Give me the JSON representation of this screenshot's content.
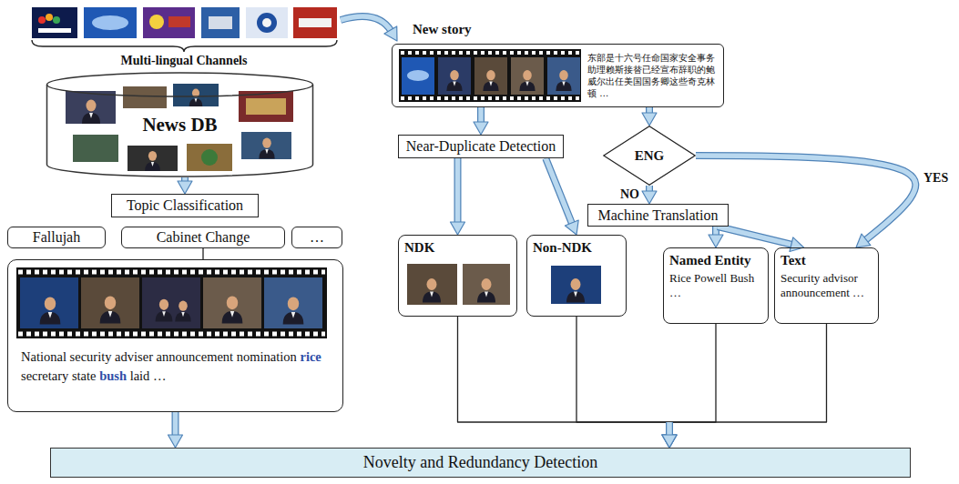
{
  "diagram": {
    "nodes": [
      {
        "text": [
          "News DB"
        ]
      },
      {
        "text": [
          "Topic Classification"
        ]
      },
      {
        "text": [
          "Fallujah"
        ]
      },
      {
        "text": [
          "Cabinet Change"
        ]
      },
      {
        "text": [
          "…"
        ]
      },
      {
        "text": [
          "National security adviser announcement nomination rice secretary state bush laid …"
        ]
      },
      {
        "text": [
          "New story",
          "东部是十六号任命国家安全事务助理赖斯接替已经宣布辞职的鲍威尔出任美国国务卿这些奇克林顿 …"
        ]
      },
      {
        "text": [
          "Near-Duplicate Detection"
        ]
      },
      {
        "text": [
          "ENG"
        ]
      },
      {
        "text": [
          "NDK"
        ]
      },
      {
        "text": [
          "Non-NDK"
        ]
      },
      {
        "text": [
          "Machine Translation"
        ]
      },
      {
        "text": [
          "Named Entity",
          "Rice Powell Bush",
          "…"
        ]
      },
      {
        "text": [
          "Text",
          "Security advisor announcement …"
        ]
      },
      {
        "text": [
          "Novelty and Redundancy Detection"
        ]
      }
    ],
    "edges": [
      {
        "from": 0,
        "to": 1,
        "arrow": "to"
      },
      {
        "from": 3,
        "to": 5,
        "arrow": "none"
      },
      {
        "from": 6,
        "to": 7,
        "arrow": "to"
      },
      {
        "from": 6,
        "to": 8,
        "arrow": "to"
      },
      {
        "from": 7,
        "to": 9,
        "arrow": "to"
      },
      {
        "from": 7,
        "to": 10,
        "arrow": "to"
      },
      {
        "from": 8,
        "to": 11,
        "label": "NO",
        "arrow": "to"
      },
      {
        "from": 8,
        "to": 13,
        "label": "YES",
        "arrow": "to"
      },
      {
        "from": 11,
        "to": 12,
        "arrow": "to"
      },
      {
        "from": 11,
        "to": 13,
        "arrow": "to"
      },
      {
        "from": 5,
        "to": 14,
        "arrow": "to"
      },
      {
        "from": 9,
        "to": 14,
        "arrow": "to"
      },
      {
        "from": 10,
        "to": 14,
        "arrow": "to"
      },
      {
        "from": 12,
        "to": 14,
        "arrow": "to"
      },
      {
        "from": 13,
        "to": 14,
        "arrow": "to"
      }
    ],
    "labels": [
      "Multi-lingual Channels"
    ]
  }
}
